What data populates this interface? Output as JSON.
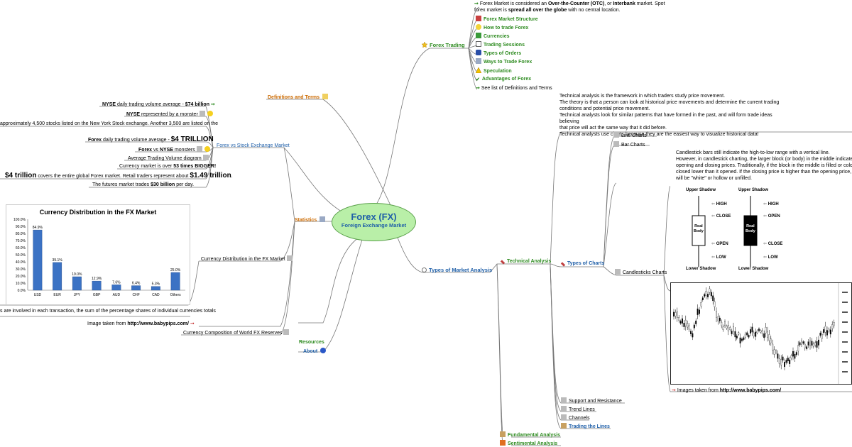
{
  "center": {
    "title": "Forex (FX)",
    "subtitle": "Foreign Exchange Market"
  },
  "forex_trading": {
    "label": "Forex Trading",
    "intro_a": "Forex Market is considered an ",
    "intro_b": "Over-the-Counter (OTC)",
    "intro_c": ", or ",
    "intro_d": "Interbank",
    "intro_e": " market. Spot forex market is ",
    "intro_f": "spread all over the globe",
    "intro_g": " with no central location.",
    "items": [
      "Forex Market Structure",
      "How to trade Forex",
      "Currencies",
      "Trading Sessions",
      "Types of Orders",
      "Ways to Trade Forex",
      "Speculation",
      "Advantages of Forex"
    ],
    "see_list": "See list of Definitions and Terms"
  },
  "left": {
    "definitions": "Definitions and Terms",
    "forex_vs_stock": "Forex vs Stock Exchange Market",
    "statistics": "Statistics",
    "currency_distribution": "Currency Distribution in the FX Market",
    "image_taken_prefix": "Image taken from ",
    "image_taken_url": "http://www.babypips.com/",
    "currency_composition": "Currency Composition of World FX Reserves",
    "resources": "Resources",
    "about": "About",
    "stats_note": "s are involved in each transaction, the sum of the percentage shares of individual currencies totals",
    "nyse_a": "NYSE",
    "nyse_b": " daily trading volume average - ",
    "nyse_c": "$74 billion",
    "nyse_monster_a": "NYSE",
    "nyse_monster_b": " represented by a monster",
    "stocks_note": "approximately 4,500 stocks listed on the New York Stock exchange. Another 3,500 are listed on the",
    "forex_daily_a": "Forex",
    "forex_daily_b": " daily trading volume average - ",
    "forex_daily_c": "$4 TRILLION",
    "forex_vs_a": "Forex",
    "forex_vs_b": " vs ",
    "forex_vs_c": "NYSE",
    "forex_vs_d": " monsters",
    "avg_volume": "Average Trading Volume diagram",
    "bigger_a": "Currency market is over ",
    "bigger_b": "53 times BIGGER!",
    "trillion_a": "$4 trillion",
    "trillion_b": " covers the entire global Forex market. Retail traders represent about ",
    "trillion_c": "$1.49 trillion",
    "trillion_d": ".",
    "futures_a": "The futures market trades ",
    "futures_b": "$30 billion",
    "futures_c": " per day."
  },
  "types": {
    "label": "Types of Market Analysis",
    "technical": "Technical Analysis",
    "ta_text": [
      "Technical analysis is the framework in which traders study price movement.",
      "The theory is that a person can look at historical price movements and determine the current trading",
      "conditions and potential price movement.",
      "Technical analysts look for similar patterns that have formed in the past, and will form trade ideas believing",
      "that price will act the same way that it did before.",
      "Technical analysts use charts because they are the easiest way to visualize historical data!"
    ],
    "types_of_charts": "Types of Charts",
    "line_charts": "Line Charts",
    "bar_charts": "Bar Charts",
    "candlestick_charts": "Candlesticks Charts",
    "candle_text": [
      "Candlestick bars still indicate the high-to-low range with a vertical line.",
      "However, in candlestick charting, the larger block (or body) in the middle indicates the",
      "opening and closing prices. Traditionally, if the block in the middle is filled or colored i",
      "closed lower than it opened. If the closing price is higher than the opening price, then t",
      "will be \"white\" or hollow or unfilled."
    ],
    "images_taken_prefix": "Images taken from ",
    "images_taken_url": "http://www.babypips.com/",
    "support": "Support and Resistance",
    "trend": "Trend Lines",
    "channels": "Channels",
    "trading_lines": "Trading the Lines",
    "fundamental": "Fundamental Analysis",
    "sentimental": "Sentimental Analysis",
    "candle_diagram": {
      "upper_shadow": "Upper Shadow",
      "lower_shadow": "Lower Shadow",
      "high": "HIGH",
      "low": "LOW",
      "open": "OPEN",
      "close": "CLOSE",
      "real_body_1": "Real",
      "real_body_2": "Body"
    }
  },
  "chart_data": {
    "type": "bar",
    "title": "Currency Distribution in the FX Market",
    "categories": [
      "USD",
      "EUR",
      "JPY",
      "GBP",
      "AUD",
      "CHF",
      "CAD",
      "Others"
    ],
    "values": [
      84.9,
      39.1,
      19.0,
      12.9,
      7.6,
      6.4,
      5.3,
      25.0
    ],
    "value_labels": [
      "84.9%",
      "39.1%",
      "19.0%",
      "12.9%",
      "7.6%",
      "6.4%",
      "5.3%",
      "25.0%"
    ],
    "yticks": [
      "0.0%",
      "10.0%",
      "20.0%",
      "30.0%",
      "40.0%",
      "50.0%",
      "60.0%",
      "70.0%",
      "80.0%",
      "90.0%",
      "100.0%"
    ],
    "ylim": [
      0,
      100
    ],
    "xlabel": "",
    "ylabel": "",
    "grid": false,
    "bar_color": "#3b72c4"
  },
  "colors": {
    "green": "#2e8b20",
    "orange": "#cc6a00",
    "blue": "#1f5fa8",
    "center_fill": "#b9efa8"
  }
}
